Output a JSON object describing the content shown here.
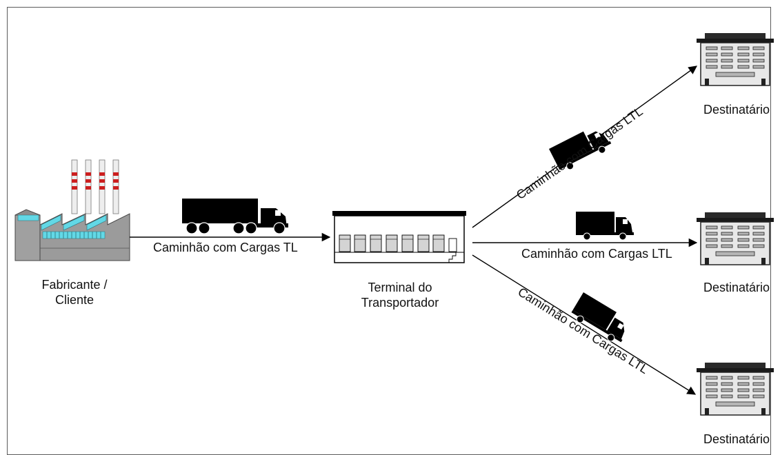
{
  "source": {
    "label_line1": "Fabricante /",
    "label_line2": "Cliente"
  },
  "terminal": {
    "label_line1": "Terminal do",
    "label_line2": "Transportador"
  },
  "tl_route": {
    "label": "Caminhão com Cargas TL"
  },
  "ltl_routes": [
    {
      "label": "Caminhão com Cargas LTL"
    },
    {
      "label": "Caminhão com Cargas LTL"
    },
    {
      "label": "Caminhão com Cargas LTL"
    }
  ],
  "destinations": [
    {
      "label": "Destinatário"
    },
    {
      "label": "Destinatário"
    },
    {
      "label": "Destinatário"
    }
  ],
  "icons": [
    "factory-icon",
    "tractor-trailer-icon",
    "terminal-building-icon",
    "box-truck-icon",
    "office-building-icon"
  ],
  "colors": {
    "stripe_red": "#cc1f1f",
    "window_cyan": "#62d8e6",
    "line": "#000000",
    "building_gray": "#9a9a9a"
  }
}
